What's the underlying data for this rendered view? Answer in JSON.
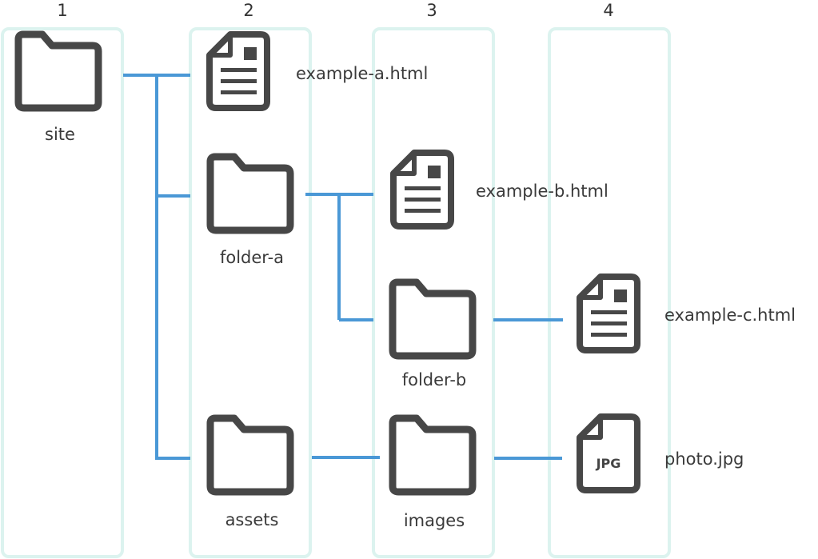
{
  "columns": [
    "1",
    "2",
    "3",
    "4"
  ],
  "nodes": {
    "site": {
      "label": "site",
      "icon": "folder-icon"
    },
    "example_a": {
      "label": "example-a.html",
      "icon": "document-icon"
    },
    "folder_a": {
      "label": "folder-a",
      "icon": "folder-icon"
    },
    "assets": {
      "label": "assets",
      "icon": "folder-icon"
    },
    "example_b": {
      "label": "example-b.html",
      "icon": "document-icon"
    },
    "folder_b": {
      "label": "folder-b",
      "icon": "folder-icon"
    },
    "images": {
      "label": "images",
      "icon": "folder-icon"
    },
    "example_c": {
      "label": "example-c.html",
      "icon": "document-icon"
    },
    "photo": {
      "label": "photo.jpg",
      "icon": "jpg-file-icon",
      "badge": "JPG"
    }
  },
  "colors": {
    "column_border": "#dcf3ef",
    "connector": "#4a98d6",
    "icon": "#474747",
    "text": "#3a3a3a"
  }
}
